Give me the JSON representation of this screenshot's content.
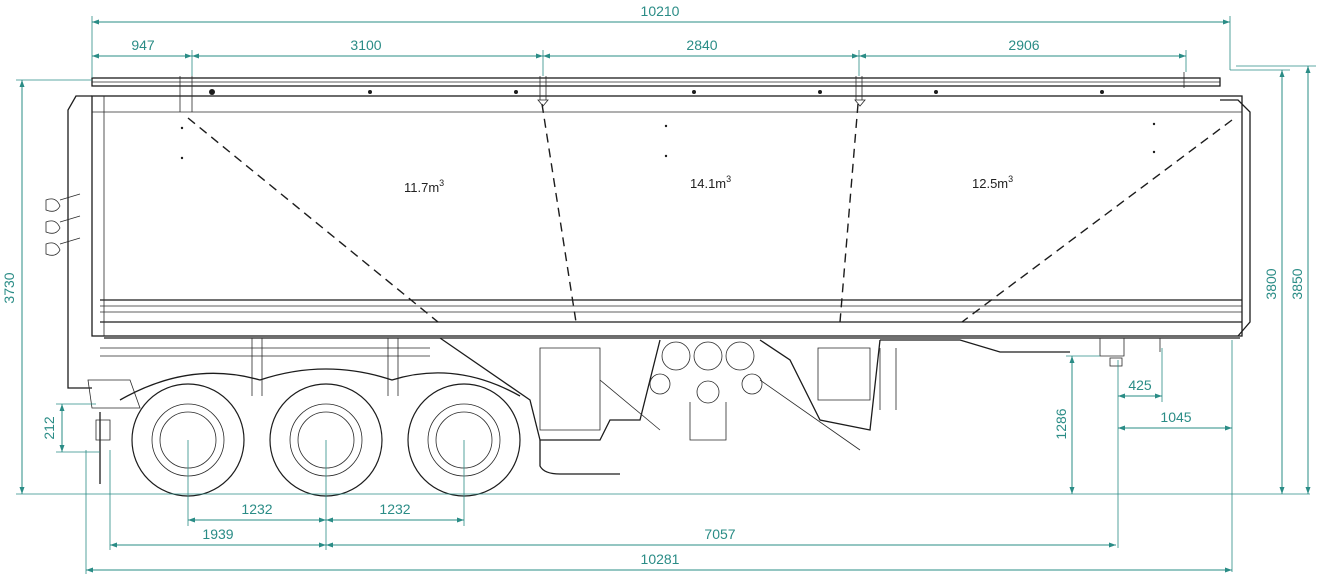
{
  "colors": {
    "dimension": "#2a8c86",
    "outline": "#1c1c1c"
  },
  "volumes": [
    {
      "value": "11.7m",
      "unit_sup": "3"
    },
    {
      "value": "14.1m",
      "unit_sup": "3"
    },
    {
      "value": "12.5m",
      "unit_sup": "3"
    }
  ],
  "dimensions": {
    "overall_top": "10210",
    "top_segments": [
      "947",
      "3100",
      "2840",
      "2906"
    ],
    "height_body": "3730",
    "height_total_1": "3800",
    "height_total_2": "3850",
    "hitch_height": "212",
    "coupling_height": "1286",
    "kingpin_offset": "425",
    "kingpin_to_front": "1045",
    "axle_spacing": [
      "1232",
      "1232"
    ],
    "rear_to_first_axle": "1939",
    "axle_to_kingpin": "7057",
    "overall_bottom": "10281"
  }
}
